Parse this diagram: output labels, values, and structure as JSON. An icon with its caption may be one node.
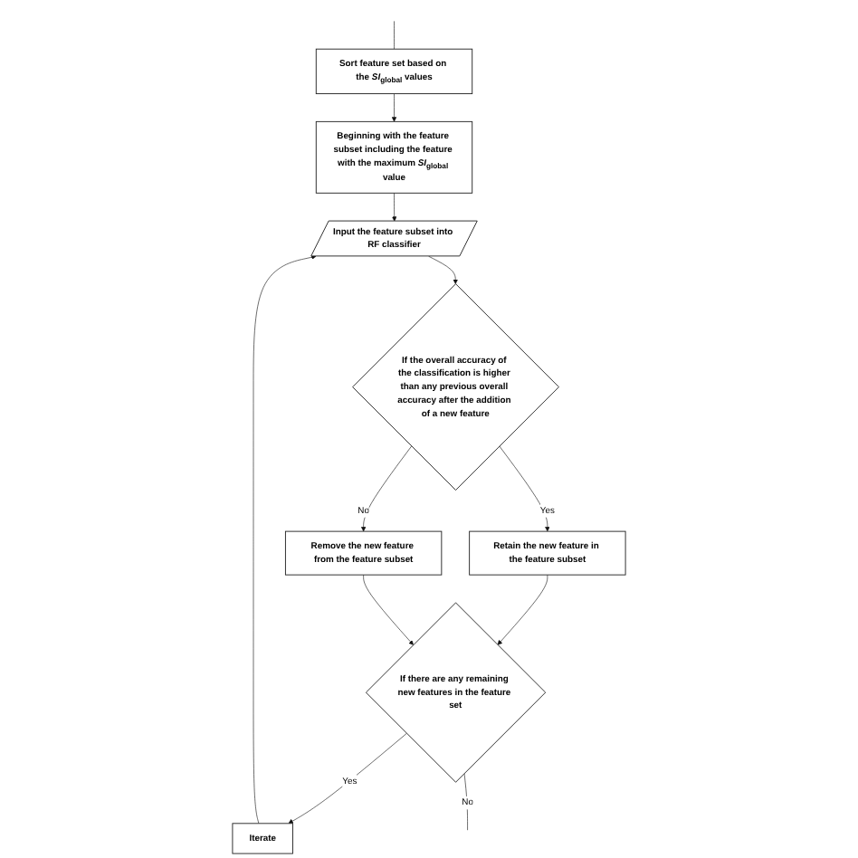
{
  "diagram": {
    "nodes": [
      {
        "text": [
          "Sort feature set based on the *SI*$_{global}$ values"
        ]
      },
      {
        "text": [
          "Beginning with the feature subset including the feature with the maximum *SI*$_{global}$ value"
        ]
      },
      {
        "text": [
          "Input the feature subset into RF classifier"
        ]
      },
      {
        "text": [
          "If the overall accuracy of the classification is higher than any previous overall accuracy after the addition of a new feature"
        ]
      },
      {
        "text": [
          "Retain the new feature in the feature subset"
        ]
      },
      {
        "text": [
          "Remove the new feature from the feature subset"
        ]
      },
      {
        "text": [
          "Iterate"
        ]
      },
      {
        "text": [
          "If there are any remaining new features in the feature set"
        ]
      }
    ],
    "edges": [
      {
        "from": null,
        "to": 0,
        "arrow": "none"
      },
      {
        "from": 0,
        "to": 1,
        "arrow": "to"
      },
      {
        "from": 1,
        "to": 2,
        "arrow": "to"
      },
      {
        "from": 2,
        "to": 3,
        "arrow": "to"
      },
      {
        "from": 3,
        "to": 4,
        "arrow": "to",
        "label": "Yes"
      },
      {
        "from": 3,
        "to": 5,
        "arrow": "to",
        "label": "No"
      },
      {
        "from": 4,
        "to": 7,
        "arrow": "to"
      },
      {
        "from": 5,
        "to": 7,
        "arrow": "to"
      },
      {
        "from": 7,
        "to": 6,
        "arrow": "to",
        "label": "Yes"
      },
      {
        "from": 6,
        "to": 2,
        "arrow": "to"
      },
      {
        "from": 7,
        "to": null,
        "arrow": "none",
        "label": "No"
      }
    ]
  }
}
